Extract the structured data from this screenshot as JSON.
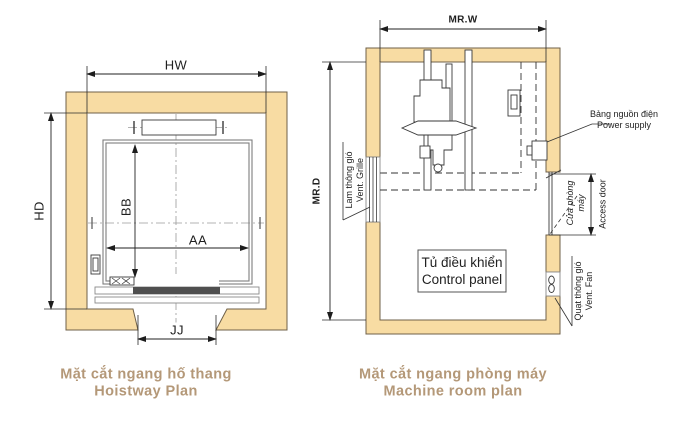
{
  "left": {
    "caption_vi": "Mặt cắt ngang hố thang",
    "caption_en": "Hoistway Plan",
    "dim_hw": "HW",
    "dim_hd": "HD",
    "dim_aa": "AA",
    "dim_bb": "BB",
    "dim_jj": "JJ"
  },
  "right": {
    "caption_vi": "Mặt cắt ngang phòng máy",
    "caption_en": "Machine room plan",
    "dim_mrw": "MR.W",
    "dim_mrd": "MR.D",
    "vent_grille_vi": "Lam thông gió",
    "vent_grille_en": "Vent. Grille",
    "power_vi": "Bảng nguồn điện",
    "power_en": "Power supply",
    "door_vi_line1": "Cửa phòng",
    "door_vi_line2": "máy",
    "door_en": "Access door",
    "fan_vi": "Quạt thông gió",
    "fan_en": "Vent. Fan",
    "panel_vi": "Tủ điều khiển",
    "panel_en": "Control panel"
  },
  "colors": {
    "wall_fill": "#F8DCA3",
    "wall_edge": "#6F6048",
    "line": "#222222",
    "caption": "#B49878"
  }
}
